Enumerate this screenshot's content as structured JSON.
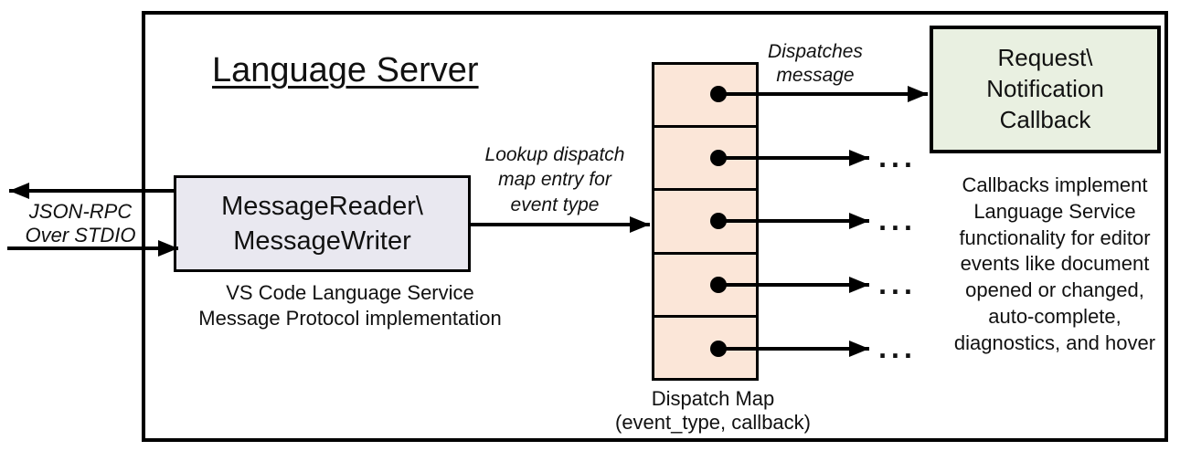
{
  "diagram": {
    "title": "Language Server",
    "stdio_label": "JSON-RPC\nOver STDIO",
    "reader_box": {
      "label": "MessageReader\\\nMessageWriter",
      "caption": "VS Code Language Service\nMessage Protocol implementation"
    },
    "lookup_label": "Lookup dispatch\nmap entry for\nevent type",
    "dispatches_label": "Dispatches\nmessage",
    "dispatch_map": {
      "caption": "Dispatch Map\n(event_type, callback)",
      "entry_count": 5
    },
    "callback_box": {
      "label": "Request\\\nNotification\nCallback",
      "caption": "Callbacks implement\nLanguage Service\nfunctionality for editor\nevents like document\nopened or changed,\nauto-complete,\ndiagnostics, and hover"
    },
    "ellipsis": "...",
    "colors": {
      "reader_fill": "#e9e8f0",
      "map_fill": "#fbe6d8",
      "callback_fill": "#e9f0e1",
      "stroke": "#000000"
    }
  }
}
